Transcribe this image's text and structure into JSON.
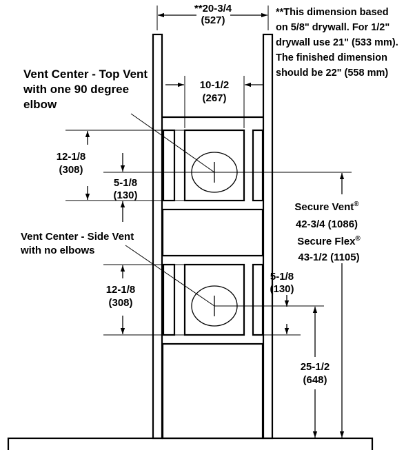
{
  "dim_top_width": {
    "line1": "**20-3/4",
    "line2": "(527)"
  },
  "footnote": [
    "**This dimension based",
    "on 5/8\" drywall.  For 1/2\"",
    "drywall use 21\" (533 mm).",
    "The finished dimension",
    "should be 22\" (558 mm)"
  ],
  "top_vent_label": [
    "Vent Center - Top Vent",
    "with one 90 degree",
    "elbow"
  ],
  "dim_inner_width": {
    "line1": "10-1/2",
    "line2": "(267)"
  },
  "dim_top_box_height": {
    "line1": "12-1/8",
    "line2": "(308)"
  },
  "dim_top_offset": {
    "line1": "5-1/8",
    "line2": "(130)"
  },
  "secure_vent": {
    "name": "Secure Vent",
    "mark": "®",
    "value": "42-3/4 (1086)"
  },
  "secure_flex": {
    "name": "Secure Flex",
    "mark": "®",
    "value": "43-1/2 (1105)"
  },
  "side_vent_label": [
    "Vent Center - Side Vent",
    "with no elbows"
  ],
  "dim_side_box_height": {
    "line1": "12-1/8",
    "line2": "(308)"
  },
  "dim_side_offset": {
    "line1": "5-1/8",
    "line2": "(130)"
  },
  "dim_side_height": {
    "line1": "25-1/2",
    "line2": "(648)"
  }
}
